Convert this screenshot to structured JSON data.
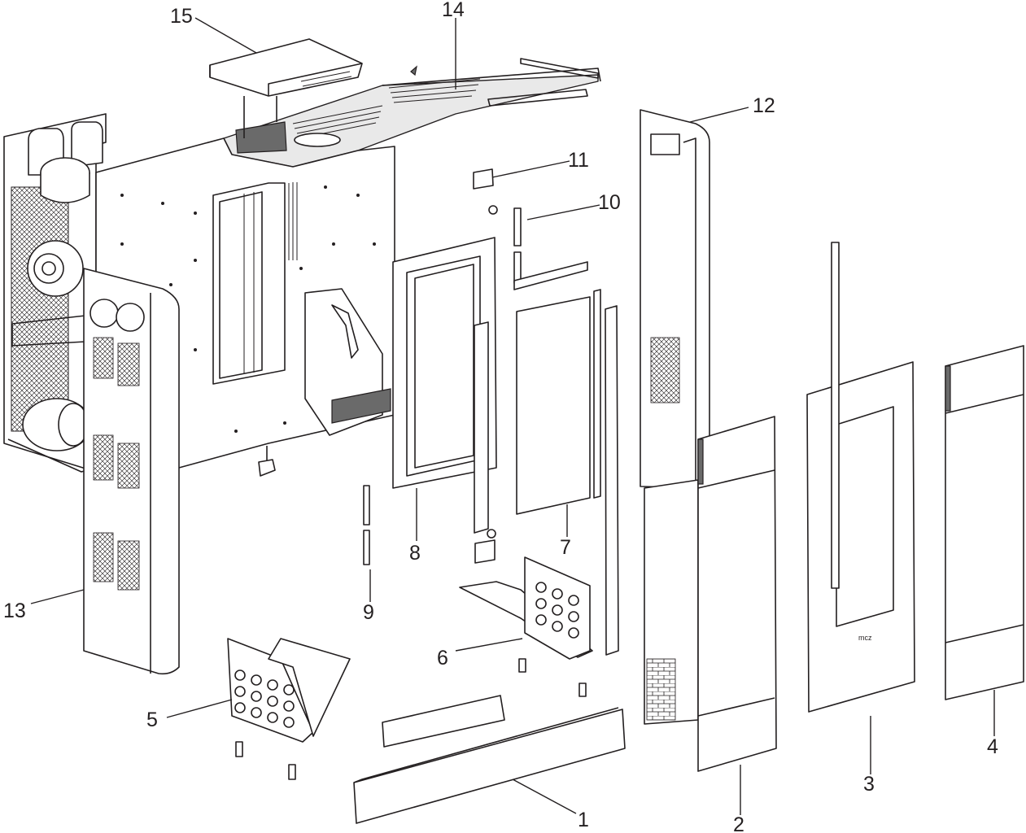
{
  "callouts": [
    {
      "id": "c1",
      "label": "1"
    },
    {
      "id": "c2",
      "label": "2"
    },
    {
      "id": "c3",
      "label": "3"
    },
    {
      "id": "c4",
      "label": "4"
    },
    {
      "id": "c5",
      "label": "5"
    },
    {
      "id": "c6",
      "label": "6"
    },
    {
      "id": "c7",
      "label": "7"
    },
    {
      "id": "c8",
      "label": "8"
    },
    {
      "id": "c9",
      "label": "9"
    },
    {
      "id": "c10",
      "label": "10"
    },
    {
      "id": "c11",
      "label": "11"
    },
    {
      "id": "c12",
      "label": "12"
    },
    {
      "id": "c13",
      "label": "13"
    },
    {
      "id": "c14",
      "label": "14"
    },
    {
      "id": "c15",
      "label": "15"
    }
  ],
  "door_logo": "mcz",
  "colors": {
    "line": "#231f20",
    "background": "#ffffff",
    "grille": "#6a6a6a"
  }
}
